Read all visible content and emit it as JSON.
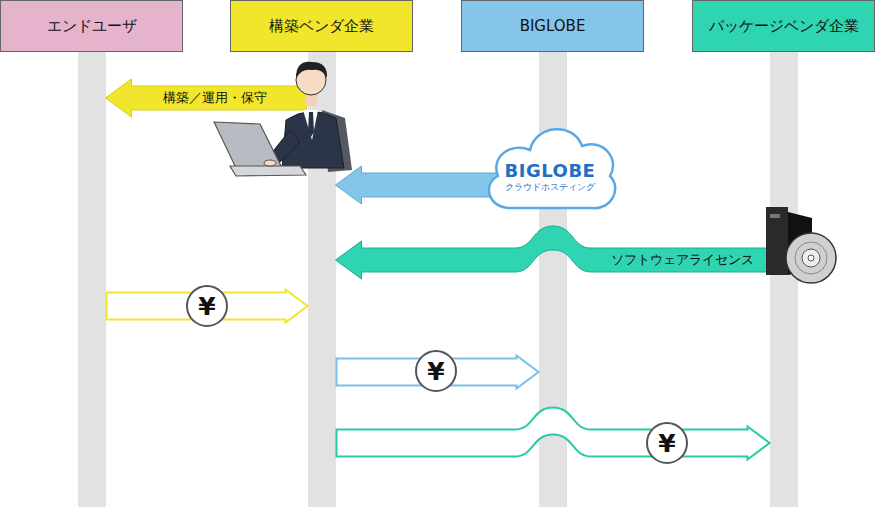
{
  "diagram": {
    "nodes": [
      {
        "text": [
          "エンドユーザ"
        ]
      },
      {
        "text": [
          "構築ベンダ企業"
        ]
      },
      {
        "text": [
          "BIGLOBE"
        ]
      },
      {
        "text": [
          "パッケージベンダ企業"
        ]
      },
      {
        "text": [
          "BIGLOBE",
          "クラウドホスティング"
        ]
      }
    ],
    "edges": [
      {
        "from": 1,
        "to": 0,
        "arrow": "to",
        "label": "構築／運用・保守"
      },
      {
        "from": 4,
        "to": 1,
        "arrow": "to"
      },
      {
        "from": 3,
        "to": 1,
        "arrow": "to",
        "label": "ソフトウェアライセンス"
      },
      {
        "from": 0,
        "to": 1,
        "arrow": "to",
        "label": "¥"
      },
      {
        "from": 1,
        "to": 2,
        "arrow": "to",
        "label": "¥"
      },
      {
        "from": 1,
        "to": 3,
        "arrow": "to",
        "label": "¥"
      }
    ]
  }
}
